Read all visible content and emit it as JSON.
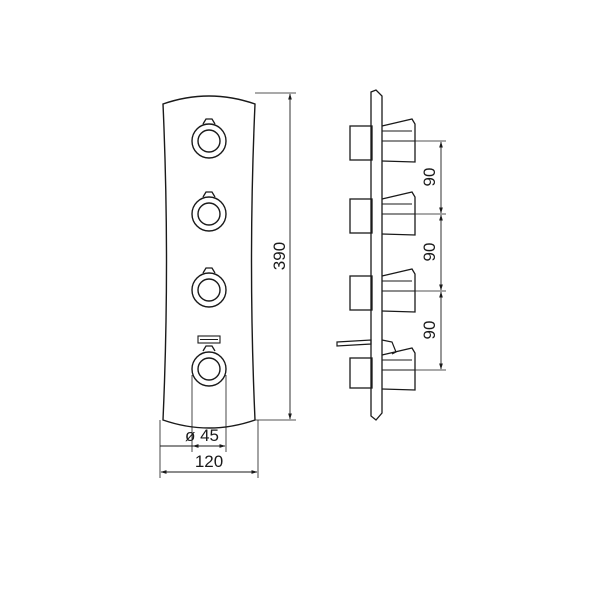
{
  "dimensions": {
    "height": "390",
    "width": "120",
    "diameter": "ø 45",
    "spacing": [
      "90",
      "90",
      "90"
    ]
  },
  "front_view": {
    "knob_count": 4,
    "icons": [
      "round-knob-icon",
      "round-knob-icon",
      "round-knob-icon",
      "knob-with-diverter-icon"
    ]
  },
  "side_view": {
    "knob_count": 4,
    "icons": [
      "knob-profile-icon",
      "knob-profile-icon",
      "knob-profile-icon",
      "knob-with-spout-profile-icon"
    ]
  }
}
